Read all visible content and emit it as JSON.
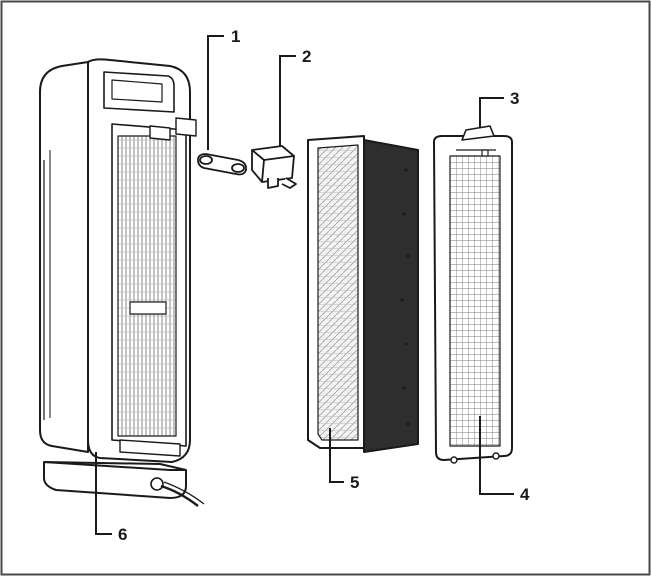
{
  "diagram": {
    "callouts": {
      "c1": "1",
      "c2": "2",
      "c3": "3",
      "c4": "4",
      "c5": "5",
      "c6": "6"
    },
    "colors": {
      "stroke": "#1a1a1a",
      "frame": "#4a4a4a",
      "background": "#ffffff",
      "carbon_filter": "#2e2e2e",
      "mesh": "#8a8a8a"
    }
  }
}
